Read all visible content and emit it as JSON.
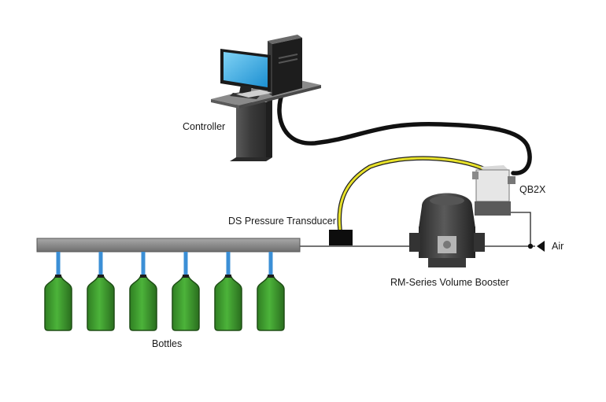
{
  "labels": {
    "controller": "Controller",
    "qb2x": "QB2X",
    "ds_transducer": "DS Pressure Transducer",
    "air": "Air",
    "volume_booster": "RM-Series Volume Booster",
    "bottles": "Bottles"
  },
  "bottle_count": 6,
  "colors": {
    "bottle_liquid": "#3a9a2a",
    "bottle_neck": "#3b8fd6",
    "transducer_cable": "#e8e22a",
    "controller_cable": "#111111",
    "screen": "#2fa7e8",
    "manifold": "#8c8c8c"
  }
}
